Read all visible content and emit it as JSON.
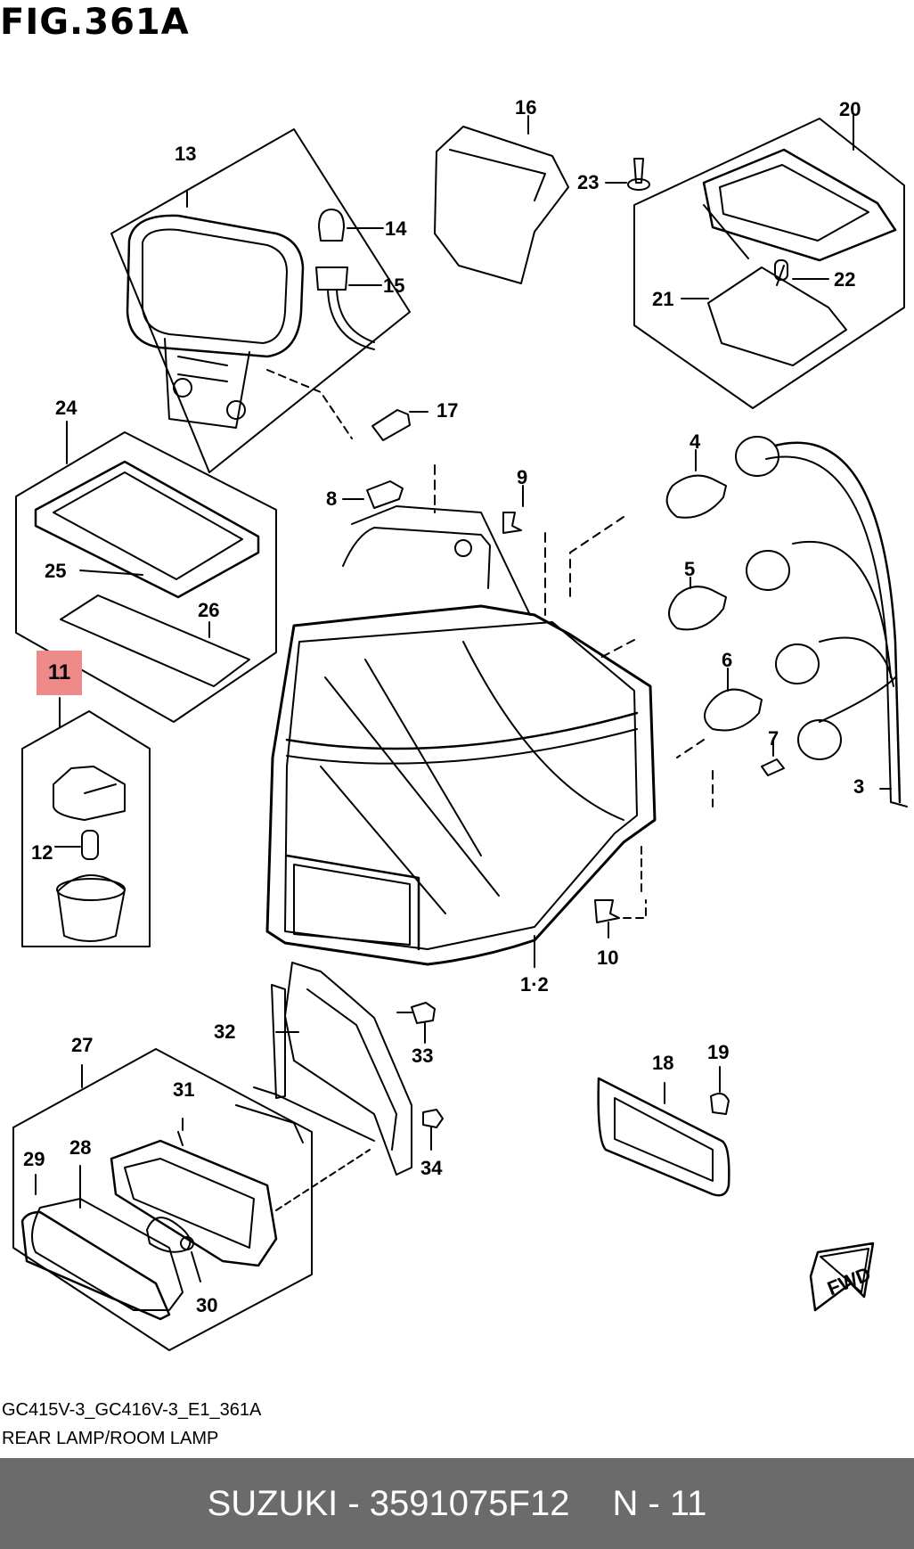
{
  "figure_title": "FIG.361A",
  "callouts": {
    "c1_2": "1·2",
    "c3": "3",
    "c4": "4",
    "c5": "5",
    "c6": "6",
    "c7": "7",
    "c8": "8",
    "c9": "9",
    "c10": "10",
    "c11": "11",
    "c12": "12",
    "c13": "13",
    "c14": "14",
    "c15": "15",
    "c16": "16",
    "c17": "17",
    "c18": "18",
    "c19": "19",
    "c20": "20",
    "c21": "21",
    "c22": "22",
    "c23": "23",
    "c24": "24",
    "c25": "25",
    "c26": "26",
    "c27": "27",
    "c28": "28",
    "c29": "29",
    "c30": "30",
    "c31": "31",
    "c32": "32",
    "c33": "33",
    "c34": "34"
  },
  "highlight_color": "#ee8a8a",
  "direction_badge": "FWD",
  "drawing_code": "GC415V-3_GC416V-3_E1_361A",
  "caption": "REAR LAMP/ROOM LAMP",
  "footer": {
    "brand": "SUZUKI - 3591075F12",
    "page": "N - 11",
    "background": "#6b6b6b"
  }
}
